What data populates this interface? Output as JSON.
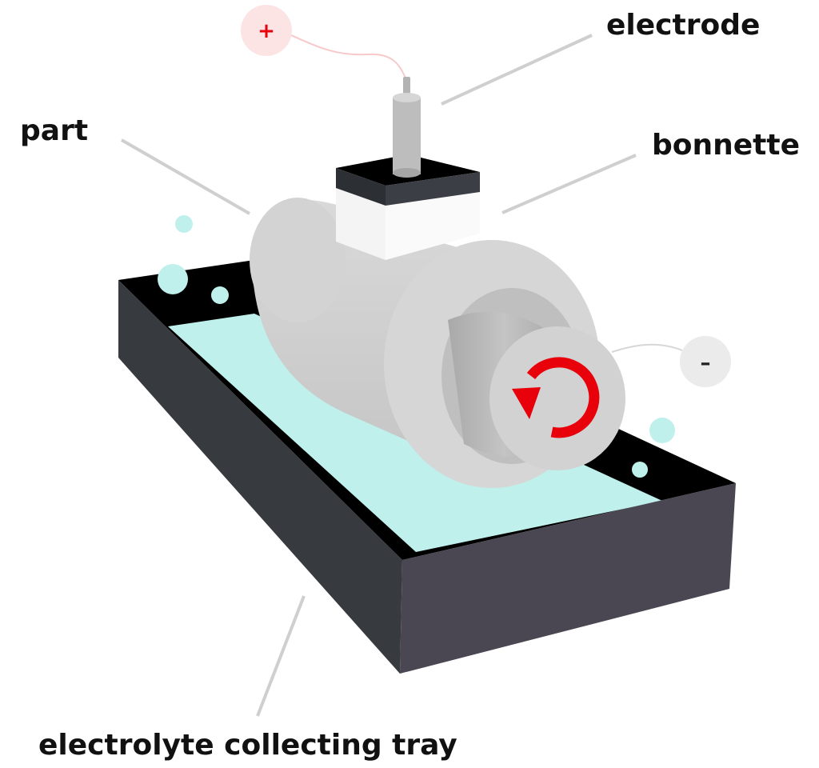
{
  "labels": {
    "electrode": "electrode",
    "part": "part",
    "bonnette": "bonnette",
    "tray": "electrolyte collecting tray"
  },
  "terminals": {
    "positive": "+",
    "negative": "–"
  },
  "colors": {
    "tray_dark": "#373a3f",
    "tray_front": "#4a4753",
    "tray_top_rim": "#000000",
    "electrolyte": "#bff0ec",
    "part_body": "#cfcfcf",
    "bonnette": "#f2f2f2",
    "bonnette_cap": "#2c2f34",
    "electrode": "#b8b8b8",
    "rotation_arrow": "#e8000b",
    "positive_terminal": "#fde4e4",
    "positive_sign": "#e8000b",
    "negative_terminal": "#ebebeb",
    "negative_sign": "#222222",
    "bubble": "#bff0ec",
    "leader_line": "#cfcfcf"
  }
}
